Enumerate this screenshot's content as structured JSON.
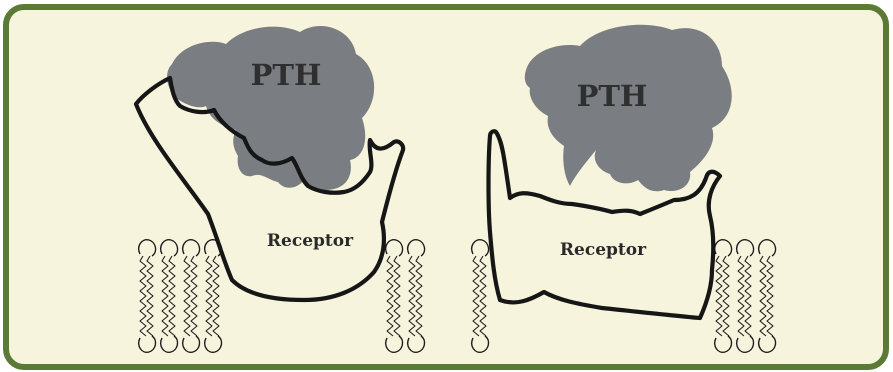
{
  "colors": {
    "frame_border": "#5b7a35",
    "background": "#f6f4dc",
    "pth_fill": "#7a7d82",
    "outline": "#161616"
  },
  "panels": [
    {
      "name": "left-panel",
      "ligand_label": "PTH",
      "receptor_label": "Receptor",
      "lipid_count_left": 4,
      "lipid_count_right": 2
    },
    {
      "name": "right-panel",
      "ligand_label": "PTH",
      "receptor_label": "Receptor",
      "lipid_count_left": 1,
      "lipid_count_right": 3
    }
  ]
}
